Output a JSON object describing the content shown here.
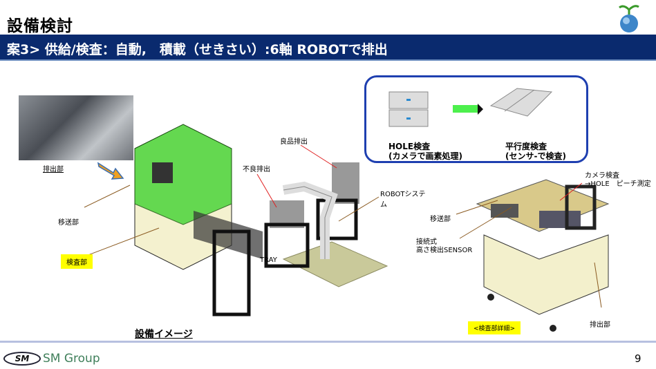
{
  "header": {
    "title": "設備検討",
    "subtitle": "案3> 供給/検査：自動,　積載（せきさい）:6軸 ROBOTで排出"
  },
  "inspection_box": {
    "hole_title": "HOLE検査",
    "hole_sub": "(カメラで画素処理)",
    "flat_title": "平行度検査",
    "flat_sub": "(センサ-で検査)"
  },
  "labels": {
    "discharge_left": "排出部",
    "transfer_left": "移送部",
    "inspect_left": "検査部",
    "good_out": "良品排出",
    "bad_out": "不良排出",
    "robot": "ROBOTシステム",
    "tray": "TRAY",
    "equipment_image": "設備イメージ",
    "camera": "カメラ検査",
    "camera2": "→HOLE　ピーチ測定",
    "transfer_right": "移送部",
    "sensor1": "接続式",
    "sensor2": "高さ検出SENSOR",
    "detail": "<検査部詳細>",
    "discharge_right": "排出部"
  },
  "footer": {
    "logo": "SM",
    "brand": "SM Group",
    "page": "9"
  }
}
